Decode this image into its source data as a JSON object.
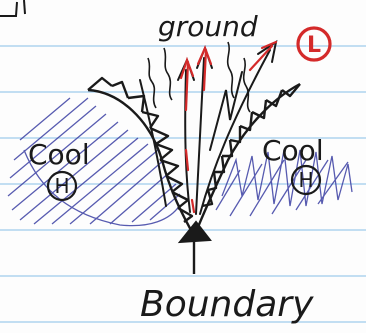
{
  "labels": {
    "top": "ground",
    "left": "Cool",
    "right": "Cool",
    "left_pressure": "H",
    "right_pressure": "H",
    "low_pressure": "L",
    "bottom": "Boundary"
  },
  "colors": {
    "ink": "#1a1a1a",
    "shading": "#3b3fa3",
    "accent": "#d42a2a",
    "ruled_line": "#8fc3e8",
    "paper": "#fdfdfd"
  }
}
